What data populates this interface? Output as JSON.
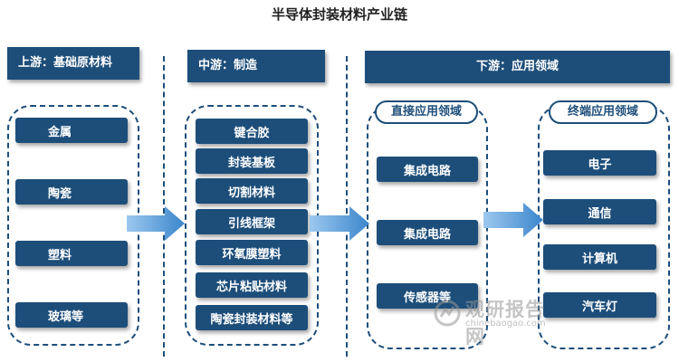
{
  "title": "半导体封装材料产业链",
  "upstream": {
    "header": "上游：基础原材料",
    "items": [
      "金属",
      "陶瓷",
      "塑料",
      "玻璃等"
    ]
  },
  "midstream": {
    "header": "中游：制造",
    "items": [
      "键合胶",
      "封装基板",
      "切割材料",
      "引线框架",
      "环氧膜塑料",
      "芯片粘贴材料",
      "陶瓷封装材料等"
    ]
  },
  "downstream": {
    "header": "下游：应用领域",
    "direct": {
      "label": "直接应用领域",
      "items": [
        "集成电路",
        "集成电路",
        "传感器等"
      ]
    },
    "terminal": {
      "label": "终端应用领域",
      "items": [
        "电子",
        "通信",
        "计算机",
        "汽车灯"
      ]
    }
  },
  "watermark": {
    "text": "观研报告网",
    "url": "chinebaogao.com"
  },
  "colors": {
    "primary": "#1d4e7a",
    "arrow": "#4a90cf"
  }
}
